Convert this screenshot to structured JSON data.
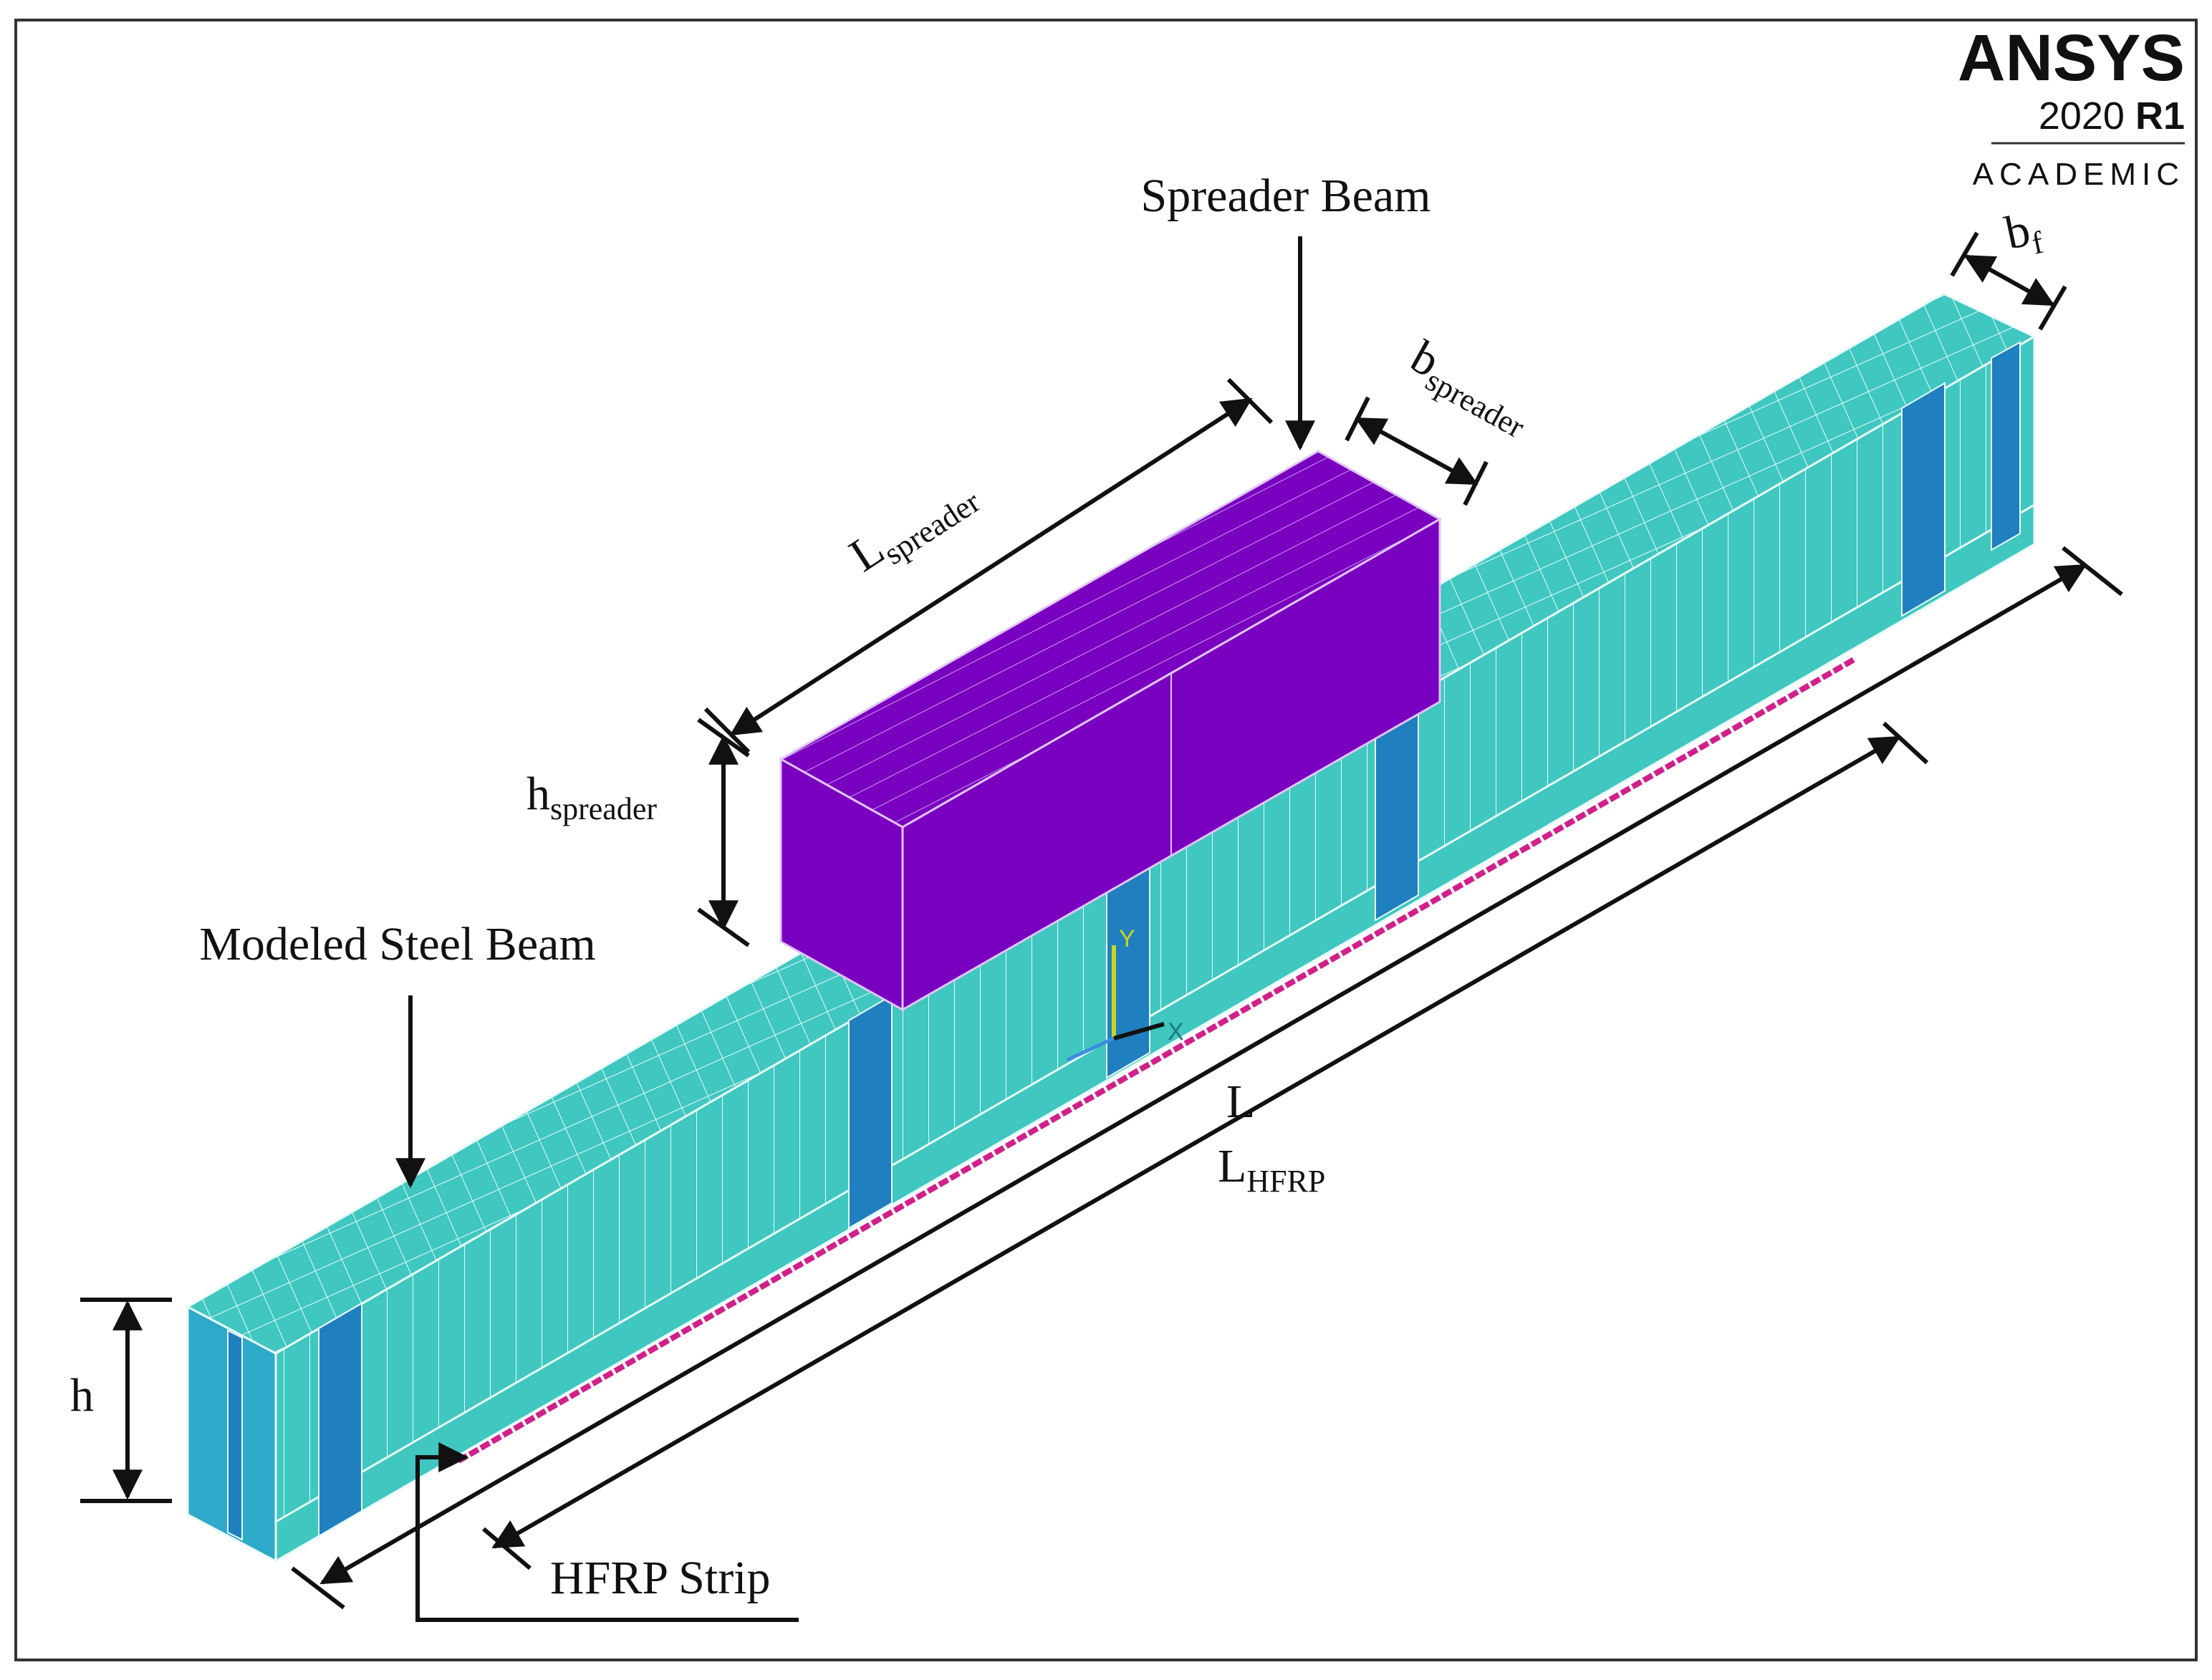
{
  "brand": {
    "name": "ANSYS",
    "version_year": "2020",
    "version_release": "R1",
    "edition": "ACADEMIC"
  },
  "labels": {
    "spreader_beam": "Spreader Beam",
    "modeled_steel_beam": "Modeled Steel Beam",
    "hfrp_strip": "HFRP Strip"
  },
  "dimensions": {
    "L_spreader": {
      "base": "L",
      "sub": "spreader"
    },
    "b_spreader": {
      "base": "b",
      "sub": "spreader"
    },
    "h_spreader": {
      "base": "h",
      "sub": "spreader"
    },
    "b_f": {
      "base": "b",
      "sub": "f"
    },
    "h": {
      "base": "h"
    },
    "L": {
      "base": "L"
    },
    "L_HFRP": {
      "base": "L",
      "sub": "HFRP"
    }
  },
  "axes": {
    "y": "Y",
    "x": "X"
  },
  "colors": {
    "steel_beam": "#3fc7c0",
    "steel_web": "#1f7fbf",
    "spreader": "#7a00c0",
    "hfrp": "#d0208a",
    "mesh_line": "#e8fbfa",
    "frame": "#333333"
  }
}
